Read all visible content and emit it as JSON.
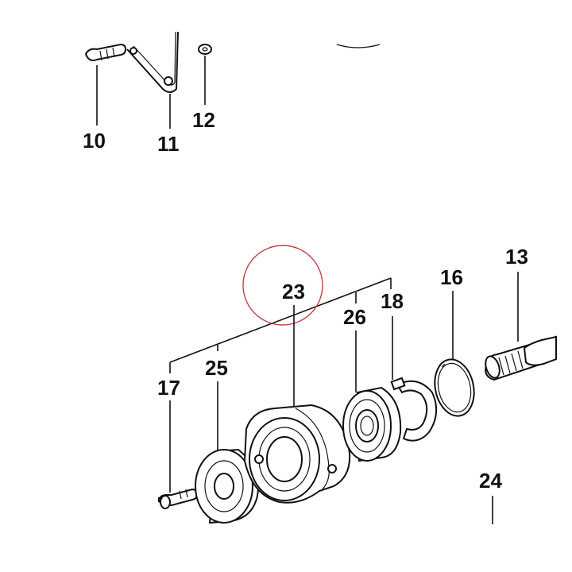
{
  "diagram": {
    "callouts": {
      "c10": "10",
      "c11": "11",
      "c12": "12",
      "c13": "13",
      "c16": "16",
      "c17": "17",
      "c18": "18",
      "c23": "23",
      "c24": "24",
      "c25": "25",
      "c26": "26"
    },
    "highlight_circle_color": "#c0404a",
    "line_color": "#111111"
  }
}
